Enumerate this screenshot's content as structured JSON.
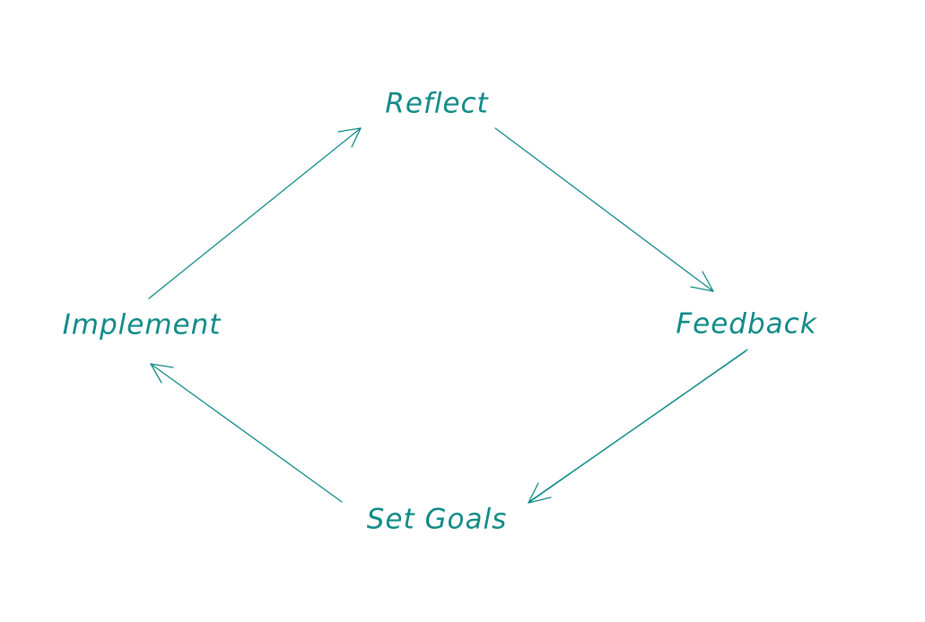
{
  "colors": {
    "accent": "#0f8a87",
    "background": "#ffffff"
  },
  "diagram": {
    "type": "cycle",
    "nodes": [
      {
        "id": "reflect",
        "label": "Reflect"
      },
      {
        "id": "feedback",
        "label": "Feedback"
      },
      {
        "id": "set-goals",
        "label": "Set Goals"
      },
      {
        "id": "implement",
        "label": "Implement"
      }
    ],
    "edges": [
      {
        "from": "reflect",
        "to": "feedback"
      },
      {
        "from": "feedback",
        "to": "set-goals"
      },
      {
        "from": "set-goals",
        "to": "implement"
      },
      {
        "from": "implement",
        "to": "reflect"
      }
    ]
  }
}
